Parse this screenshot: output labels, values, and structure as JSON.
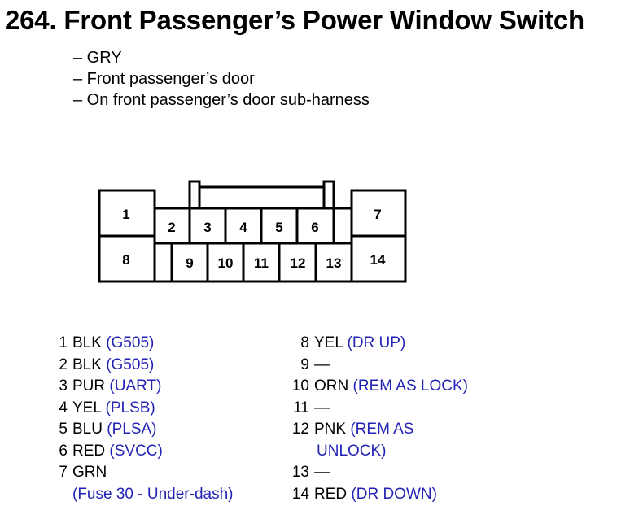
{
  "title": "264. Front Passenger’s Power Window Switch",
  "subtitles": [
    "– GRY",
    "– Front passenger’s door",
    "– On front passenger’s door sub-harness"
  ],
  "connector": {
    "cells": [
      "1",
      "2",
      "3",
      "4",
      "5",
      "6",
      "7",
      "8",
      "9",
      "10",
      "11",
      "12",
      "13",
      "14"
    ]
  },
  "pins_left": [
    {
      "num": "1",
      "wire": "BLK",
      "circuit": "(G505)"
    },
    {
      "num": "2",
      "wire": "BLK",
      "circuit": "(G505)"
    },
    {
      "num": "3",
      "wire": "PUR",
      "circuit": "(UART)"
    },
    {
      "num": "4",
      "wire": "YEL",
      "circuit": "(PLSB)"
    },
    {
      "num": "5",
      "wire": "BLU",
      "circuit": "(PLSA)"
    },
    {
      "num": "6",
      "wire": "RED",
      "circuit": "(SVCC)"
    },
    {
      "num": "7",
      "wire": "GRN",
      "circuit": ""
    },
    {
      "num": "",
      "wire": "",
      "circuit": "(Fuse 30 - Under-dash)"
    }
  ],
  "pins_right": [
    {
      "num": "8",
      "wire": "YEL",
      "circuit": "(DR UP)"
    },
    {
      "num": "9",
      "wire": "—",
      "circuit": ""
    },
    {
      "num": "10",
      "wire": "ORN",
      "circuit": "(REM AS LOCK)"
    },
    {
      "num": "11",
      "wire": "—",
      "circuit": ""
    },
    {
      "num": "12",
      "wire": "PNK",
      "circuit": "(REM AS"
    },
    {
      "num": "",
      "wire": "",
      "circuit": "UNLOCK)"
    },
    {
      "num": "13",
      "wire": "—",
      "circuit": ""
    },
    {
      "num": "14",
      "wire": "RED",
      "circuit": "(DR DOWN)"
    }
  ],
  "colors": {
    "circuit_text": "#2323b4",
    "outline": "#000000"
  }
}
